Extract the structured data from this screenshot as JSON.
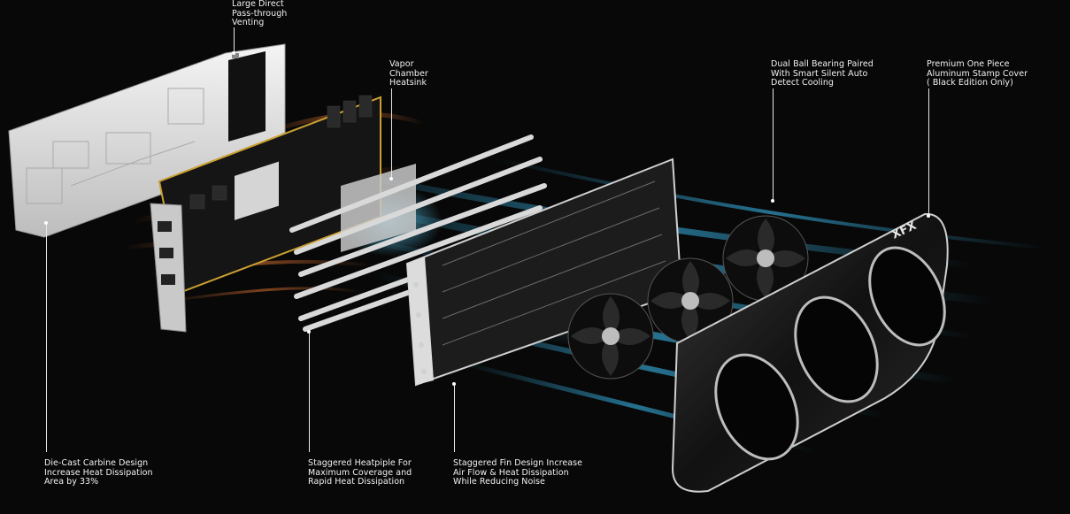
{
  "colors": {
    "background": "#080808",
    "airflow_blue": "#3ec7ff",
    "airflow_orange": "#c9692f",
    "metal_light": "#dcdcdc",
    "metal_dark": "#1a1a1a"
  },
  "brand": {
    "logo_text": "XFX"
  },
  "callouts": {
    "venting": {
      "lines": [
        "Large Direct",
        "Pass-through",
        "Venting"
      ]
    },
    "vapor_chamber": {
      "lines": [
        "Vapor",
        "Chamber",
        "Heatsink"
      ]
    },
    "fan_bearing": {
      "lines": [
        "Dual Ball Bearing Paired",
        "With Smart Silent Auto",
        "Detect Cooling"
      ]
    },
    "stamp_cover": {
      "lines": [
        "Premium One Piece",
        "Aluminum Stamp Cover",
        "( Black Edition Only)"
      ]
    },
    "die_cast": {
      "lines": [
        "Die-Cast Carbine Design",
        "Increase Heat Dissipation",
        "Area by 33%"
      ]
    },
    "heatpipe": {
      "lines": [
        "Staggered Heatpiple For",
        "Maximum Coverage and",
        "Rapid Heat Dissipation"
      ]
    },
    "fin_design": {
      "lines": [
        "Staggered Fin Design Increase",
        "Air Flow & Heat Dissipation",
        "While Reducing Noise"
      ]
    }
  }
}
